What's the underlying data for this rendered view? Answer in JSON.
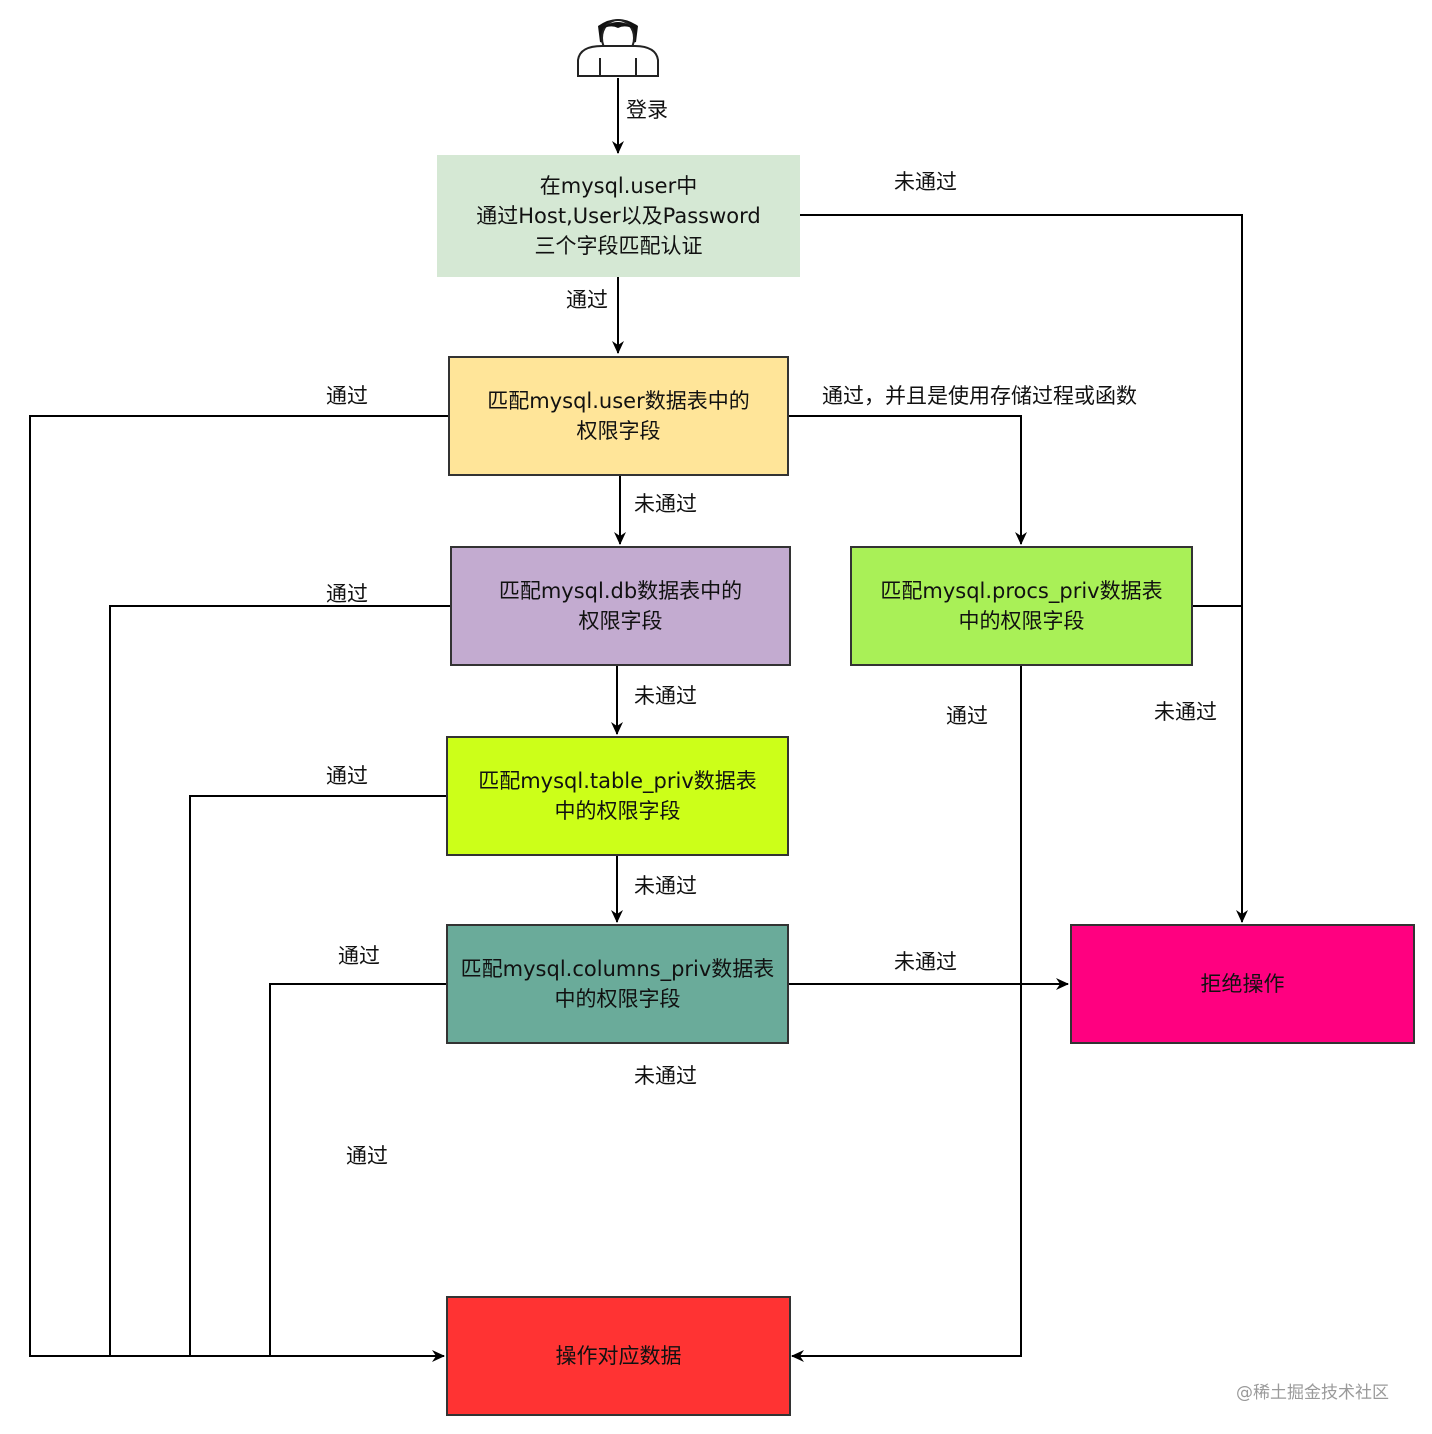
{
  "nodes": {
    "user_auth": {
      "text": "在mysql.user中\n通过Host,User以及Password\n三个字段匹配认证",
      "color": "#d5e8d4"
    },
    "user_priv": {
      "text": "匹配mysql.user数据表中的\n权限字段",
      "color": "#ffe599"
    },
    "db_priv": {
      "text": "匹配mysql.db数据表中的\n权限字段",
      "color": "#c3abd0"
    },
    "procs_priv": {
      "text": "匹配mysql.procs_priv数据表\n中的权限字段",
      "color": "#a9f057"
    },
    "table_priv": {
      "text": "匹配mysql.table_priv数据表\n中的权限字段",
      "color": "#ccff19"
    },
    "columns_priv": {
      "text": "匹配mysql.columns_priv数据表\n中的权限字段",
      "color": "#6aab9a"
    },
    "reject": {
      "text": "拒绝操作",
      "color": "#ff0080"
    },
    "operate": {
      "text": "操作对应数据",
      "color": "#ff3333"
    }
  },
  "edge_labels": {
    "login": "登录",
    "auth_fail": "未通过",
    "auth_pass": "通过",
    "user_pass": "通过",
    "user_proc": "通过，并且是使用存储过程或函数",
    "user_fail": "未通过",
    "db_pass": "通过",
    "db_fail": "未通过",
    "procs_pass": "通过",
    "procs_fail": "未通过",
    "table_pass": "通过",
    "table_fail": "未通过",
    "columns_pass": "通过",
    "columns_fail_right": "未通过",
    "columns_fail_below": "未通过",
    "columns_pass_lower": "通过"
  },
  "watermark": "@稀土掘金技术社区"
}
